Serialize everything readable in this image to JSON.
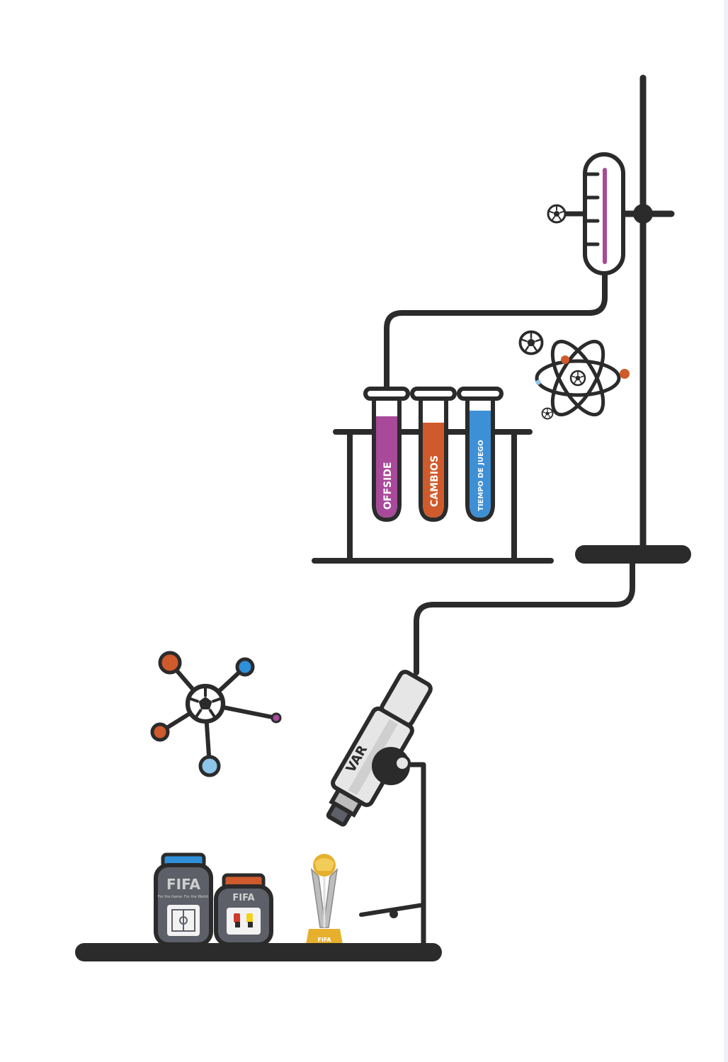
{
  "tubes": [
    {
      "label": "OFFSIDE",
      "color": "#a8499a"
    },
    {
      "label": "CAMBIOS",
      "color": "#cf5a2c"
    },
    {
      "label": "TIEMPO DE JUEGO",
      "color": "#3d8fd6"
    }
  ],
  "microscope": {
    "label": "VAR"
  },
  "jars": [
    {
      "brand": "FIFA",
      "tagline": "For the Game. For the World.",
      "lid_color": "#2f8fd8"
    },
    {
      "brand": "FIFA",
      "lid_color": "#cf5a2c"
    }
  ],
  "trophy": {
    "brand": "FIFA"
  },
  "colors": {
    "stroke": "#2b2b2b",
    "purple": "#a8499a",
    "orange": "#cf5a2c",
    "blue": "#3d8fd6",
    "light_blue": "#8cc4ea",
    "gold": "#e6b02c",
    "gray_body": "#5d6068"
  },
  "icons": [
    "thermometer-icon",
    "atom-icon",
    "molecule-icon",
    "microscope-icon",
    "soccer-ball-icon",
    "trophy-icon",
    "jar-icon"
  ]
}
